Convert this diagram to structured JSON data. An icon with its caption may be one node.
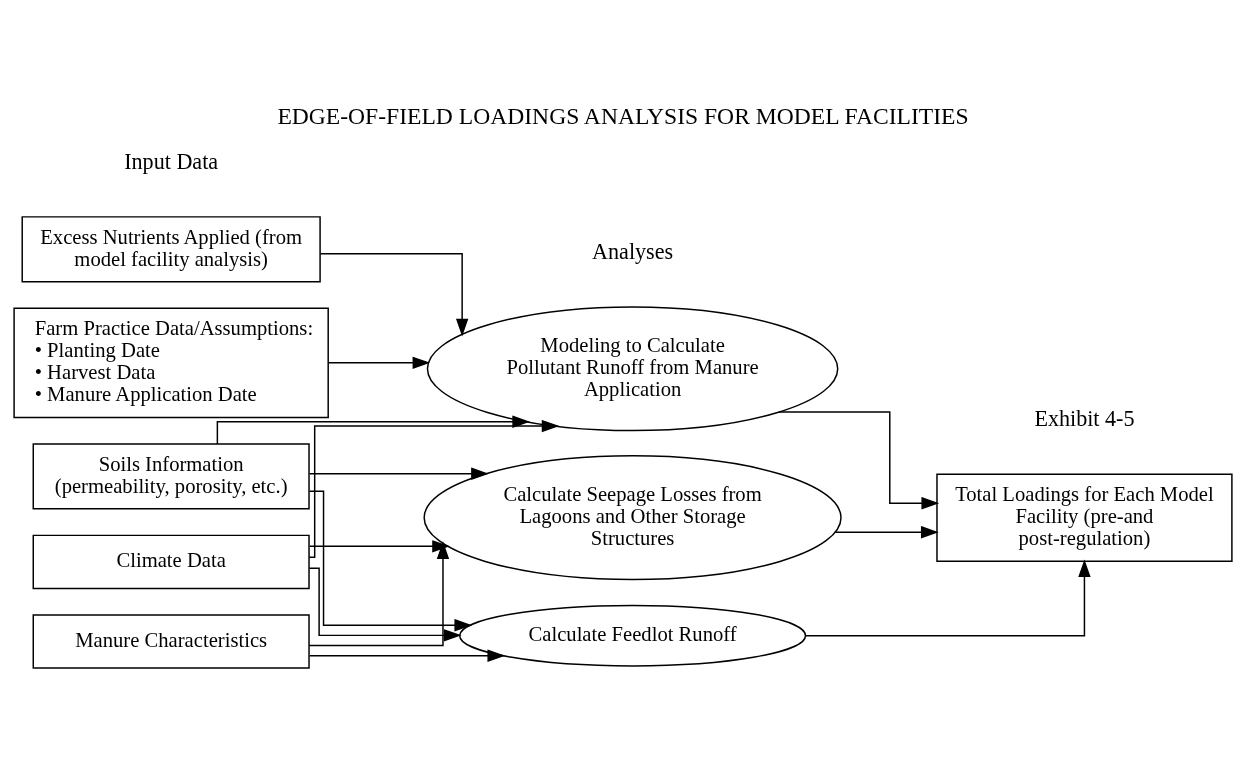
{
  "diagram": {
    "title": "EDGE-OF-FIELD LOADINGS ANALYSIS FOR MODEL FACILITIES",
    "nodes": [
      {
        "text": [
          "Excess Nutrients Applied (from model facility analysis)"
        ]
      },
      {
        "text": [
          "Farm Practice Data/Assumptions:",
          "• Planting Date",
          "• Harvest Data",
          "• Manure Application Date"
        ]
      },
      {
        "text": [
          "Soils Information (permeability, porosity, etc.)"
        ]
      },
      {
        "text": [
          "Climate Data"
        ]
      },
      {
        "text": [
          "Manure Characteristics"
        ]
      },
      {
        "text": [
          "Modeling to Calculate Pollutant Runoff from Manure Application"
        ]
      },
      {
        "text": [
          "Calculate Seepage Losses from Lagoons and Other Storage Structures"
        ]
      },
      {
        "text": [
          "Calculate Feedlot Runoff"
        ]
      },
      {
        "text": [
          "Total Loadings for Each Model Facility (pre-and post-regulation)"
        ]
      }
    ],
    "edges": [
      {
        "from": 0,
        "to": 5,
        "arrow": "to"
      },
      {
        "from": 1,
        "to": 5,
        "arrow": "to"
      },
      {
        "from": 2,
        "to": 5,
        "arrow": "to"
      },
      {
        "from": 3,
        "to": 5,
        "arrow": "to"
      },
      {
        "from": 2,
        "to": 6,
        "arrow": "to"
      },
      {
        "from": 3,
        "to": 6,
        "arrow": "to"
      },
      {
        "from": 4,
        "to": 6,
        "arrow": "to"
      },
      {
        "from": 2,
        "to": 7,
        "arrow": "to"
      },
      {
        "from": 3,
        "to": 7,
        "arrow": "to"
      },
      {
        "from": 4,
        "to": 7,
        "arrow": "to"
      },
      {
        "from": 5,
        "to": 8,
        "arrow": "to"
      },
      {
        "from": 6,
        "to": 8,
        "arrow": "to"
      },
      {
        "from": 7,
        "to": 8,
        "arrow": "to"
      }
    ],
    "labels": [
      "Exhibit 4-5",
      "Input Data",
      "Analyses"
    ]
  }
}
